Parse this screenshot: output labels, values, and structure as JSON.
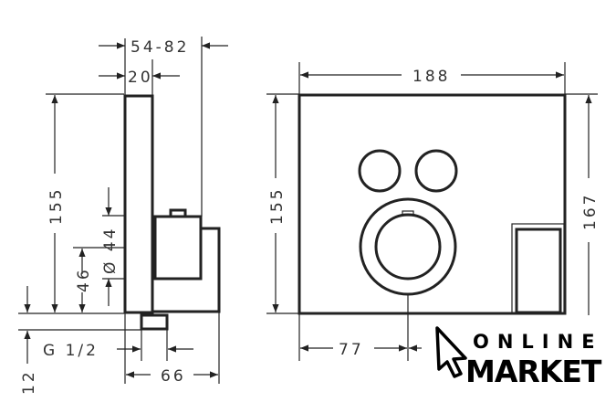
{
  "side_view": {
    "depth_range": "54-82",
    "panel_depth": "20",
    "height": "155",
    "knob_diameter": "Ø 44",
    "knob_offset": "46",
    "thread": "G 1/2",
    "total_depth": "66",
    "thread_length": "12"
  },
  "front_view": {
    "width": "188",
    "height": "155",
    "total_height": "167",
    "knob_offset": "77"
  },
  "logo": {
    "line1": "ONLINE",
    "line2": "MARKET"
  }
}
